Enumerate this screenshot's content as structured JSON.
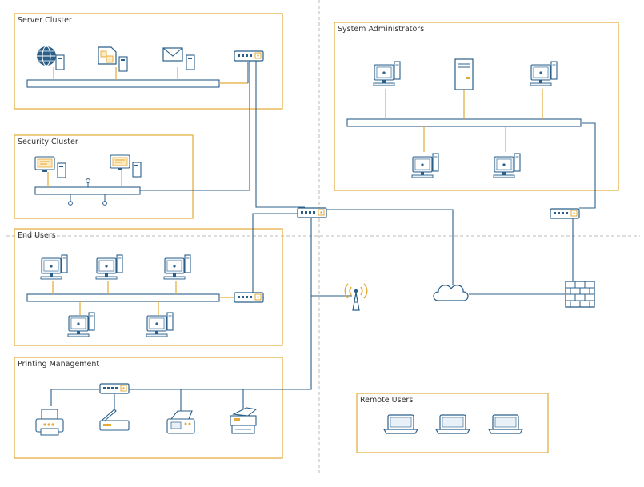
{
  "groups": {
    "server_cluster": {
      "label": "Server Cluster"
    },
    "security_cluster": {
      "label": "Security Cluster"
    },
    "system_administrators": {
      "label": "System Administrators"
    },
    "end_users": {
      "label": "End Users"
    },
    "printing_management": {
      "label": "Printing Management"
    },
    "remote_users": {
      "label": "Remote Users"
    }
  },
  "colors": {
    "group_border": "#e3aa36",
    "link": "#2b5f8a",
    "drop_line": "#e3aa36",
    "device_stroke": "#2b5f8a",
    "screen_fill": "#e8f1f8",
    "divider": "#bbbbbb"
  }
}
